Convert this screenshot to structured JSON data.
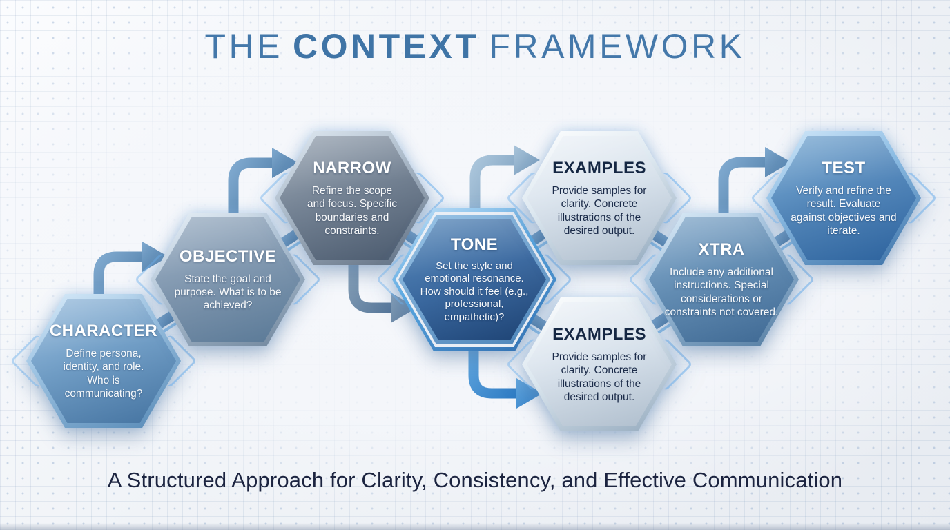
{
  "title": {
    "pre": "THE",
    "highlight": "CONTEXT",
    "post": "FRAMEWORK"
  },
  "subtitle": "A Structured Approach for Clarity, Consistency, and Effective Communication",
  "nodes": [
    {
      "id": "character",
      "label": "CHARACTER",
      "description": "Define persona, identity, and role. Who is communicating?"
    },
    {
      "id": "objective",
      "label": "OBJECTIVE",
      "description": "State the goal and purpose. What is to be achieved?"
    },
    {
      "id": "narrow",
      "label": "NARROW",
      "description": "Refine the scope and focus. Specific boundaries and constraints."
    },
    {
      "id": "tone",
      "label": "TONE",
      "description": "Set the style and emotional resonance. How should it feel (e.g., professional, empathetic)?"
    },
    {
      "id": "examples-top",
      "label": "EXAMPLES",
      "description": "Provide samples for clarity. Concrete illustrations of the desired output."
    },
    {
      "id": "examples-bottom",
      "label": "EXAMPLES",
      "description": "Provide samples for clarity. Concrete illustrations of the desired output."
    },
    {
      "id": "xtra",
      "label": "XTRA",
      "description": "Include any additional instructions. Special considerations or constraints not covered."
    },
    {
      "id": "test",
      "label": "TEST",
      "description": "Verify and refine the result. Evaluate against objectives and iterate."
    }
  ],
  "colors": {
    "title_blue": "#4478aa",
    "subtitle_navy": "#1c2440",
    "arrow_steel": "#4f81b0",
    "arrow_slate": "#5f7f9d",
    "arrow_light": "#8fb0cd",
    "arrow_bright": "#3f8fd6",
    "hex_character": "#6b9ac4",
    "hex_objective": "#7b93ac",
    "hex_narrow": "#6e7d8f",
    "hex_tone": "#2f5f96",
    "hex_examples": "#d8e2ec",
    "hex_xtra": "#5d89b1",
    "hex_test": "#4d83b8"
  }
}
